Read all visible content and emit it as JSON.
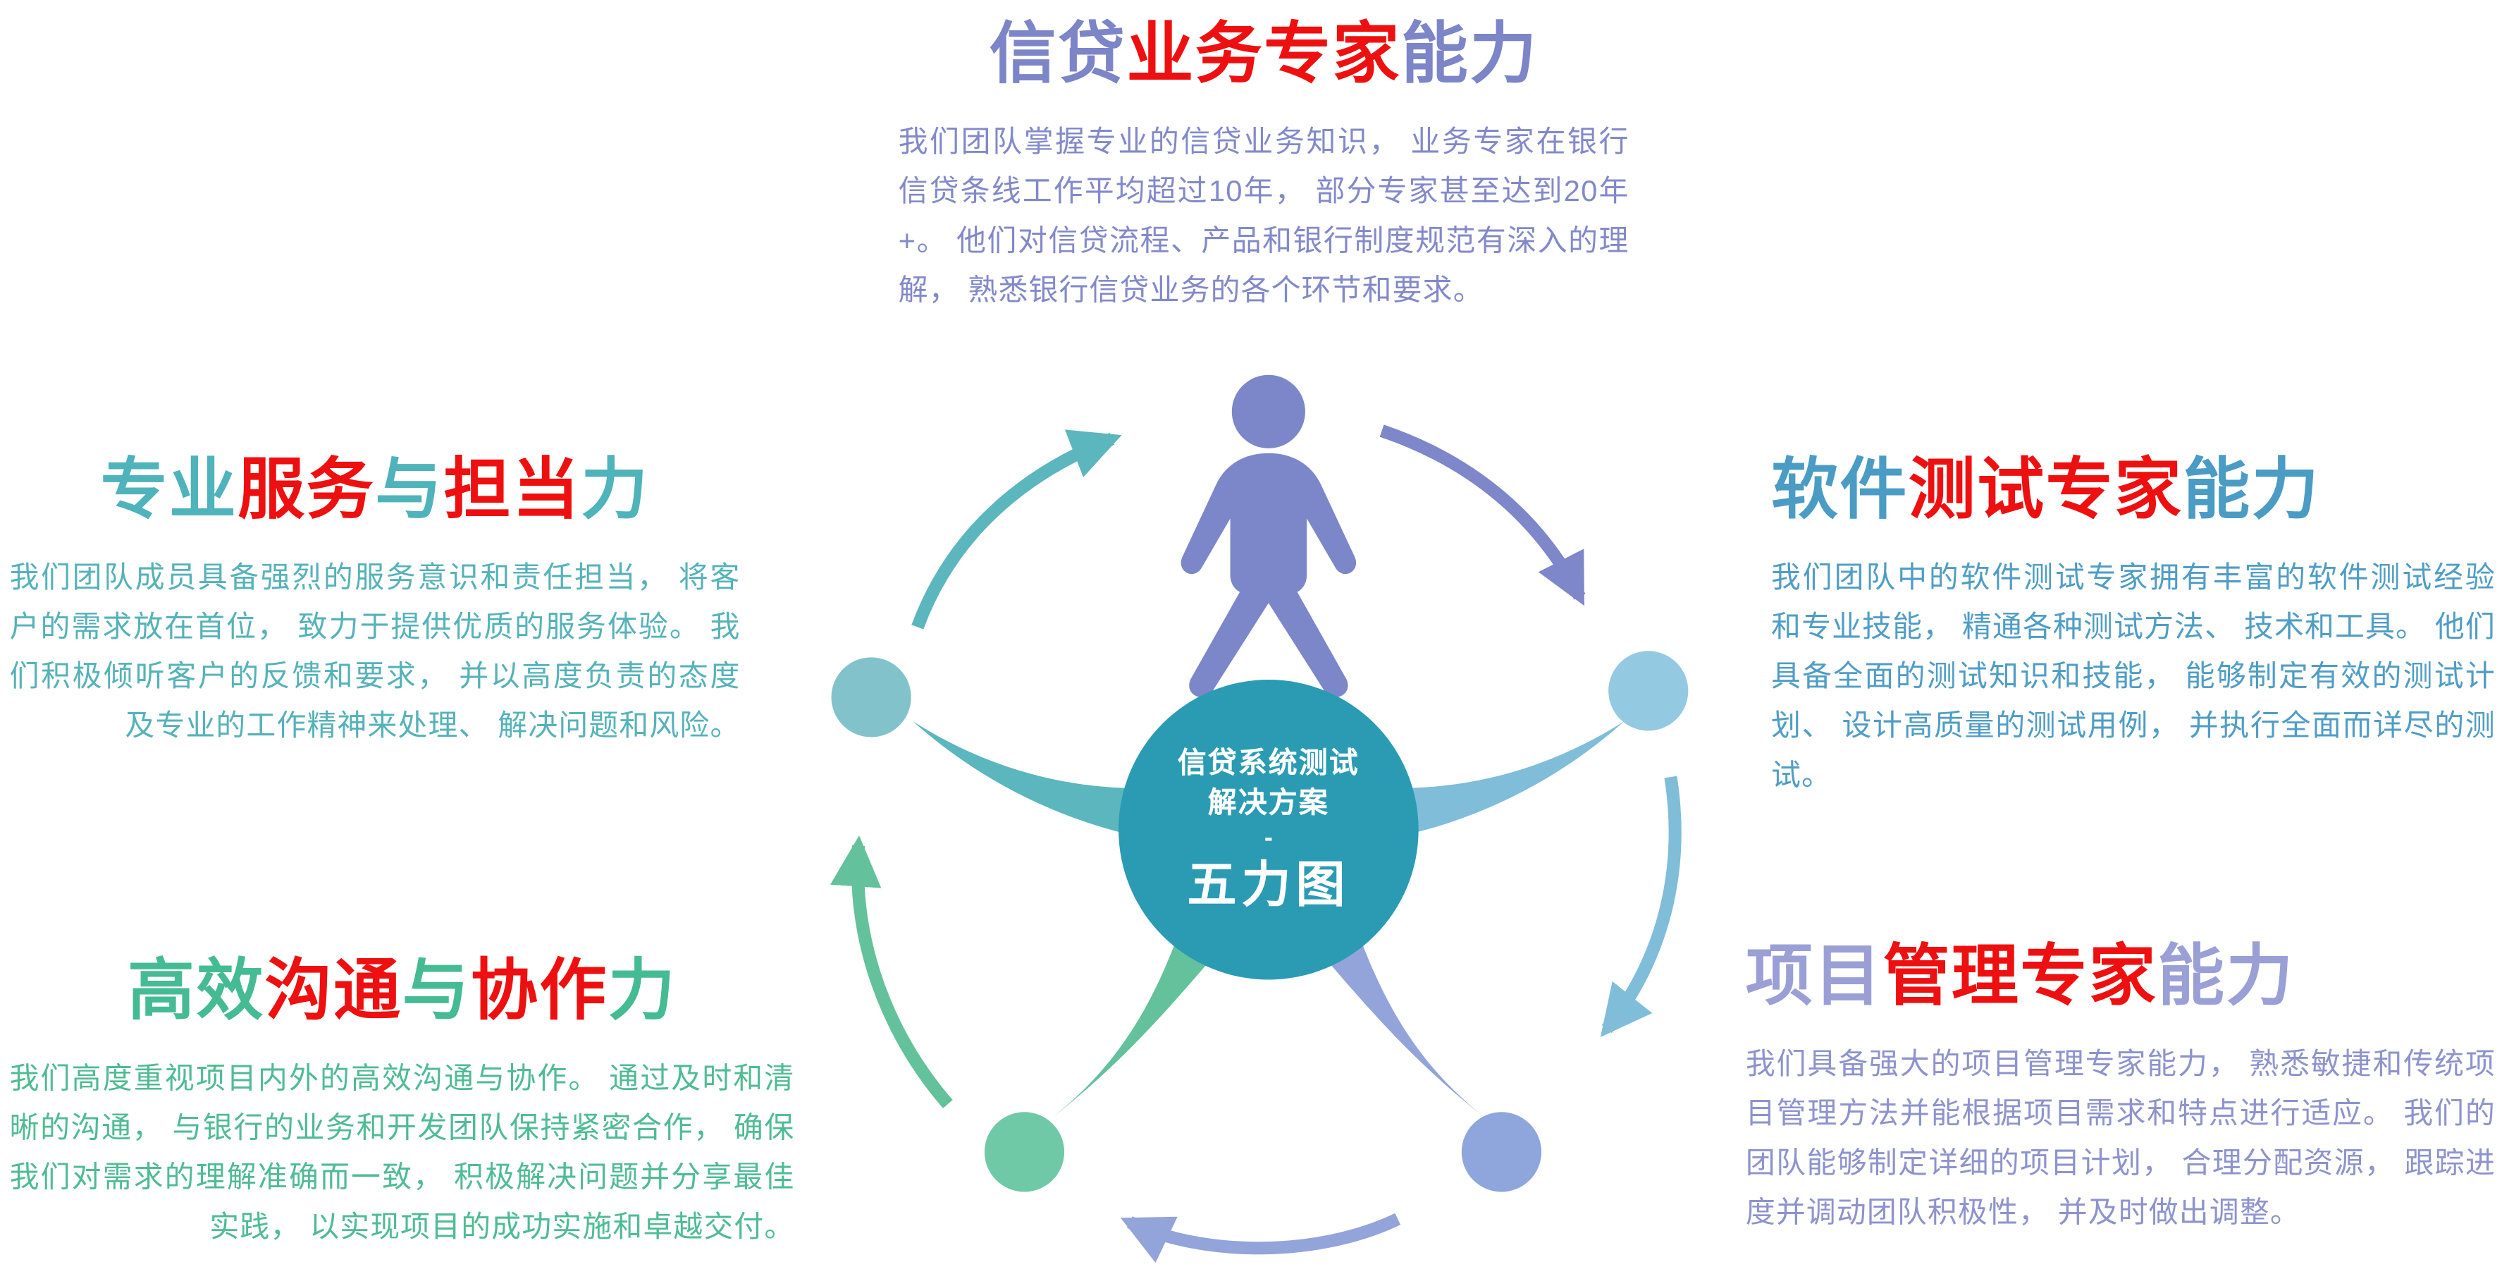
{
  "center": {
    "line1": "信贷系统测试",
    "line2": "解决方案",
    "dash": "-",
    "line3": "五力图"
  },
  "sections": {
    "top": {
      "title": [
        {
          "t": "信贷"
        },
        {
          "t": "业务专家"
        },
        {
          "t": "能力"
        }
      ],
      "body": "我们团队掌握专业的信贷业务知识， 业务专家在银行信贷条线工作平均超过10年， 部分专家甚至达到20年+。 他们对信贷流程、产品和银行制度规范有深入的理解， 熟悉银行信贷业务的各个环节和要求。"
    },
    "left_top": {
      "title": [
        {
          "t": "专业"
        },
        {
          "t": "服务"
        },
        {
          "t": "与"
        },
        {
          "t": "担当"
        },
        {
          "t": "力"
        }
      ],
      "body": "我们团队成员具备强烈的服务意识和责任担当， 将客户的需求放在首位， 致力于提供优质的服务体验。 我们积极倾听客户的反馈和要求， 并以高度负责的态度及专业的工作精神来处理、 解决问题和风险。"
    },
    "left_bottom": {
      "title": [
        {
          "t": "高效"
        },
        {
          "t": "沟通"
        },
        {
          "t": "与"
        },
        {
          "t": "协作"
        },
        {
          "t": "力"
        }
      ],
      "body": "我们高度重视项目内外的高效沟通与协作。 通过及时和清晰的沟通， 与银行的业务和开发团队保持紧密合作， 确保我们对需求的理解准确而一致， 积极解决问题并分享最佳实践， 以实现项目的成功实施和卓越交付。"
    },
    "right_top": {
      "title": [
        {
          "t": "软件"
        },
        {
          "t": "测试专家"
        },
        {
          "t": "能力"
        }
      ],
      "body": "我们团队中的软件测试专家拥有丰富的软件测试经验和专业技能， 精通各种测试方法、 技术和工具。 他们具备全面的测试知识和技能， 能够制定有效的测试计划、 设计高质量的测试用例， 并执行全面而详尽的测试。"
    },
    "right_bottom": {
      "title": [
        {
          "t": "项目"
        },
        {
          "t": "管理专家"
        },
        {
          "t": "能力"
        }
      ],
      "body": "我们具备强大的项目管理专家能力， 熟悉敏捷和传统项目管理方法并能根据项目需求和特点进行适应。 我们的团队能够制定详细的项目计划， 合理分配资源， 跟踪进度并调动团队积极性， 并及时做出调整。"
    }
  },
  "colors": {
    "red": "#ee1010",
    "top-theme": "#7c85c7",
    "top-body": "#8289ca",
    "left-top-theme": "#4fb3bb",
    "left-top-body": "#55b2b9",
    "left-bottom-theme": "#45bb94",
    "left-bottom-body": "#4fbb95",
    "right-top-theme": "#4a9cc4",
    "right-top-body": "#4f9dc5",
    "right-bottom-theme": "#9aa0d6",
    "right-bottom-body": "#8d93cd",
    "center-bg": "#2b9bb4",
    "node-person": "#7c87c9",
    "node-left": "#82c3cb",
    "node-right": "#93c9e1",
    "node-bottom-left": "#6fc9a6",
    "node-bottom-right": "#8ea6dc",
    "arc-left-to-top": "#5cb6bd",
    "arc-top-to-right": "#7d87c9",
    "arc-right-to-br": "#7fbdd8",
    "arc-br-to-bl": "#93a4da",
    "arc-bl-to-left": "#63c19c"
  }
}
